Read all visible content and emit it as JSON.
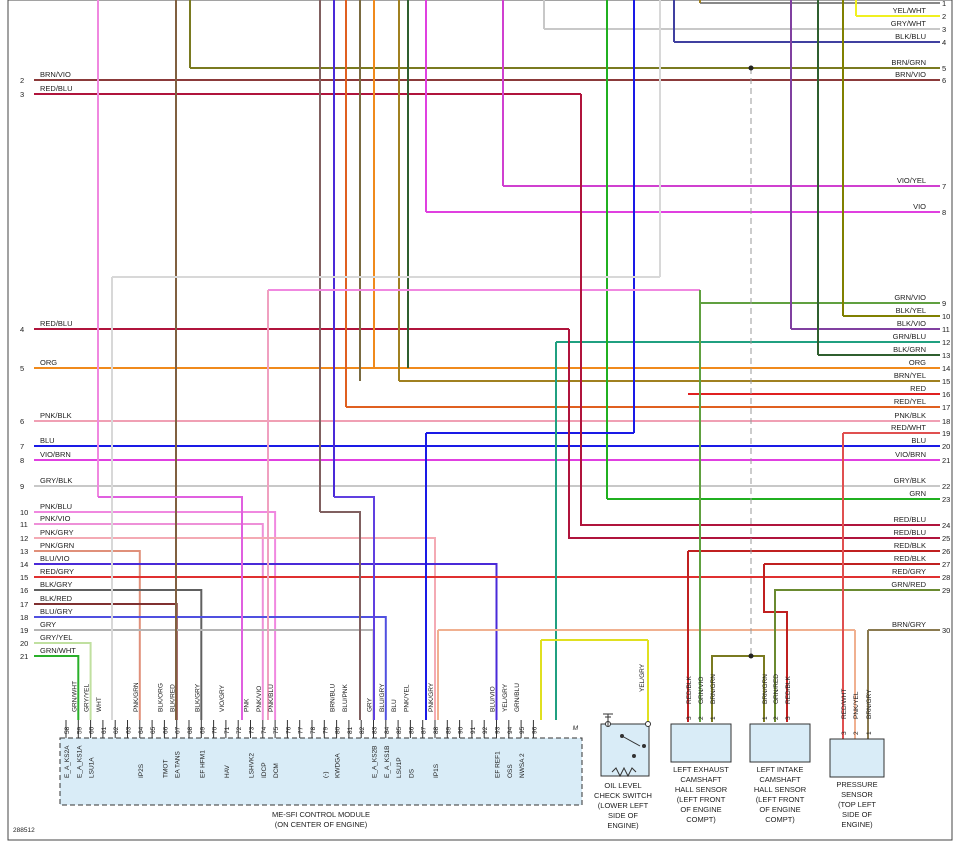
{
  "figure_id": "288512",
  "colors": {
    "BRN/VIO": "#8b3a3a",
    "RED/BLU": "#b0143c",
    "ORG": "#f08a1c",
    "PNK/BLK": "#f0a0b4",
    "BLU": "#1a1ae6",
    "VIO/BRN": "#e040e0",
    "GRY/BLK": "#c8c8c8",
    "PNK/BLU": "#f088e0",
    "PNK/VIO": "#ee90d8",
    "PNK/GRY": "#f4aab4",
    "PNK/GRN": "#e0907a",
    "BLU/VIO": "#4a2ad8",
    "RED/GRY": "#e03030",
    "BLK/GRY": "#606060",
    "BLK/RED": "#803030",
    "BLU/GRY": "#5050e0",
    "GRY": "#b4b4b4",
    "GRY/YEL": "#c0e0a0",
    "GRN/WHT": "#2ab02a",
    "YEL/WHT": "#f0f020",
    "GRY/WHT": "#c8c8c8",
    "BLK/BLU": "#4040a0",
    "BRN/GRN": "#7a7a20",
    "VIO/YEL": "#d040d0",
    "VIO": "#e040e0",
    "GRN/VIO": "#60a040",
    "BLK/YEL": "#808000",
    "BLK/VIO": "#8040a0",
    "GRN/BLU": "#20a080",
    "BLK/GRN": "#2f5f2f",
    "BRN/YEL": "#a08020",
    "RED": "#e02020",
    "RED/YEL": "#e06020",
    "RED/WHT": "#e05050",
    "GRN": "#20b020",
    "RED/BLK": "#c02020",
    "GRN/RED": "#6a8a30",
    "BRN/GRY": "#8a7a50",
    "YEL/GRY": "#e0e020",
    "WHT": "#d8d8d8",
    "PNK/YEL": "#f0b090",
    "PNK": "#f0a0c0",
    "BLK/ORG": "#806040",
    "BRN/BLU": "#806060",
    "BLU/PNK": "#6040e0",
    "GRN/BLU_W": "#40a060",
    "GRN/VIO_W": "#409040"
  },
  "left_wires": [
    {
      "num": "2",
      "label": "BRN/VIO"
    },
    {
      "num": "3",
      "label": "RED/BLU"
    },
    {
      "num": "4",
      "label": "RED/BLU"
    },
    {
      "num": "5",
      "label": "ORG"
    },
    {
      "num": "6",
      "label": "PNK/BLK"
    },
    {
      "num": "7",
      "label": "BLU"
    },
    {
      "num": "8",
      "label": "VIO/BRN"
    },
    {
      "num": "9",
      "label": "GRY/BLK"
    },
    {
      "num": "10",
      "label": "PNK/BLU"
    },
    {
      "num": "11",
      "label": "PNK/VIO"
    },
    {
      "num": "12",
      "label": "PNK/GRY"
    },
    {
      "num": "13",
      "label": "PNK/GRN"
    },
    {
      "num": "14",
      "label": "BLU/VIO"
    },
    {
      "num": "15",
      "label": "RED/GRY"
    },
    {
      "num": "16",
      "label": "BLK/GRY"
    },
    {
      "num": "17",
      "label": "BLK/RED"
    },
    {
      "num": "18",
      "label": "BLU/GRY"
    },
    {
      "num": "19",
      "label": "GRY"
    },
    {
      "num": "20",
      "label": "GRY/YEL"
    },
    {
      "num": "21",
      "label": "GRN/WHT"
    }
  ],
  "right_wires": [
    {
      "num": "1",
      "label": ""
    },
    {
      "num": "2",
      "label": "YEL/WHT"
    },
    {
      "num": "3",
      "label": "GRY/WHT"
    },
    {
      "num": "4",
      "label": "BLK/BLU"
    },
    {
      "num": "5",
      "label": "BRN/GRN"
    },
    {
      "num": "6",
      "label": "BRN/VIO"
    },
    {
      "num": "7",
      "label": "VIO/YEL"
    },
    {
      "num": "8",
      "label": "VIO"
    },
    {
      "num": "9",
      "label": "GRN/VIO"
    },
    {
      "num": "10",
      "label": "BLK/YEL"
    },
    {
      "num": "11",
      "label": "BLK/VIO"
    },
    {
      "num": "12",
      "label": "GRN/BLU"
    },
    {
      "num": "13",
      "label": "BLK/GRN"
    },
    {
      "num": "14",
      "label": "ORG"
    },
    {
      "num": "15",
      "label": "BRN/YEL"
    },
    {
      "num": "16",
      "label": "RED"
    },
    {
      "num": "17",
      "label": "RED/YEL"
    },
    {
      "num": "18",
      "label": "PNK/BLK"
    },
    {
      "num": "19",
      "label": "RED/WHT"
    },
    {
      "num": "20",
      "label": "BLU"
    },
    {
      "num": "21",
      "label": "VIO/BRN"
    },
    {
      "num": "22",
      "label": "GRY/BLK"
    },
    {
      "num": "23",
      "label": "GRN"
    },
    {
      "num": "24",
      "label": "RED/BLU"
    },
    {
      "num": "25",
      "label": "RED/BLU"
    },
    {
      "num": "26",
      "label": "RED/BLK"
    },
    {
      "num": "27",
      "label": "RED/BLK"
    },
    {
      "num": "28",
      "label": "RED/GRY"
    },
    {
      "num": "29",
      "label": "GRN/RED"
    },
    {
      "num": "30",
      "label": "BRN/GRY"
    }
  ],
  "module_pins": [
    {
      "num": "58",
      "wire": "",
      "sig": "E_A_KS2A"
    },
    {
      "num": "59",
      "wire": "GRN/WHT",
      "sig": "E_A_KS1A"
    },
    {
      "num": "60",
      "wire": "GRY/YEL",
      "sig": "LSU1A"
    },
    {
      "num": "61",
      "wire": "WHT",
      "sig": ""
    },
    {
      "num": "62",
      "wire": "",
      "sig": ""
    },
    {
      "num": "63",
      "wire": "",
      "sig": ""
    },
    {
      "num": "64",
      "wire": "PNK/GRN",
      "sig": "IP2S"
    },
    {
      "num": "65",
      "wire": "",
      "sig": ""
    },
    {
      "num": "66",
      "wire": "BLK/ORG",
      "sig": "TMOT"
    },
    {
      "num": "67",
      "wire": "BLK/RED",
      "sig": "EA TANS"
    },
    {
      "num": "68",
      "wire": "",
      "sig": ""
    },
    {
      "num": "69",
      "wire": "BLK/GRY",
      "sig": "EF HFM1"
    },
    {
      "num": "70",
      "wire": "",
      "sig": ""
    },
    {
      "num": "71",
      "wire": "VIO/GRY",
      "sig": "HAV"
    },
    {
      "num": "72",
      "wire": "",
      "sig": ""
    },
    {
      "num": "73",
      "wire": "PNK",
      "sig": "LSHVK2"
    },
    {
      "num": "74",
      "wire": "PNK/VIO",
      "sig": "IDCP"
    },
    {
      "num": "75",
      "wire": "PNK/BLU",
      "sig": "DCM"
    },
    {
      "num": "76",
      "wire": "",
      "sig": ""
    },
    {
      "num": "77",
      "wire": "",
      "sig": ""
    },
    {
      "num": "78",
      "wire": "",
      "sig": ""
    },
    {
      "num": "79",
      "wire": "",
      "sig": "(-)"
    },
    {
      "num": "80",
      "wire": "BRN/BLU",
      "sig": "KWDGA"
    },
    {
      "num": "81",
      "wire": "BLU/PNK",
      "sig": ""
    },
    {
      "num": "82",
      "wire": "",
      "sig": ""
    },
    {
      "num": "83",
      "wire": "GRY",
      "sig": "E_A_KS2B"
    },
    {
      "num": "84",
      "wire": "BLU/GRY",
      "sig": "E_A_KS1B"
    },
    {
      "num": "85",
      "wire": "BLU",
      "sig": "LSU1P"
    },
    {
      "num": "86",
      "wire": "PNK/YEL",
      "sig": "DS"
    },
    {
      "num": "87",
      "wire": "",
      "sig": ""
    },
    {
      "num": "88",
      "wire": "PNK/GRY",
      "sig": "IP1S"
    },
    {
      "num": "89",
      "wire": "",
      "sig": ""
    },
    {
      "num": "90",
      "wire": "",
      "sig": ""
    },
    {
      "num": "91",
      "wire": "",
      "sig": ""
    },
    {
      "num": "92",
      "wire": "",
      "sig": ""
    },
    {
      "num": "93",
      "wire": "BLU/VIO",
      "sig": "EF REF1"
    },
    {
      "num": "94",
      "wire": "YEL/GRY",
      "sig": "OSS"
    },
    {
      "num": "95",
      "wire": "GRN/BLU",
      "sig": "NWSA 2"
    },
    {
      "num": "96",
      "wire": "",
      "sig": ""
    }
  ],
  "module_label": "M",
  "module_caption": [
    "ME-SFI CONTROL MODULE",
    "(ON CENTER OF ENGINE)"
  ],
  "switch_caption": [
    "OIL LEVEL",
    "CHECK SWITCH",
    "(LOWER LEFT",
    "SIDE OF",
    "ENGINE)"
  ],
  "switch_wire": "YEL/GRY",
  "exhaust_sensor": {
    "pins": [
      {
        "n": "3",
        "wire": "RED/BLK"
      },
      {
        "n": "2",
        "wire": "GRN/VIO"
      },
      {
        "n": "1",
        "wire": "BRN/GRN"
      }
    ],
    "caption": [
      "LEFT EXHAUST",
      "CAMSHAFT",
      "HALL SENSOR",
      "(LEFT FRONT",
      "OF ENGINE",
      "COMPT)"
    ]
  },
  "intake_sensor": {
    "pins": [
      {
        "n": "1",
        "wire": "BRN/GRN"
      },
      {
        "n": "2",
        "wire": "GRN/RED"
      },
      {
        "n": "3",
        "wire": "RED/BLK"
      }
    ],
    "caption": [
      "LEFT INTAKE",
      "CAMSHAFT",
      "HALL SENSOR",
      "(LEFT FRONT",
      "OF ENGINE",
      "COMPT)"
    ]
  },
  "pressure_sensor": {
    "pins": [
      {
        "n": "3",
        "wire": "RED/WHT"
      },
      {
        "n": "2",
        "wire": "PNK/YEL"
      },
      {
        "n": "1",
        "wire": "BRN/GRY"
      }
    ],
    "caption": [
      "PRESSURE",
      "SENSOR",
      "(TOP LEFT",
      "SIDE OF",
      "ENGINE)"
    ]
  }
}
